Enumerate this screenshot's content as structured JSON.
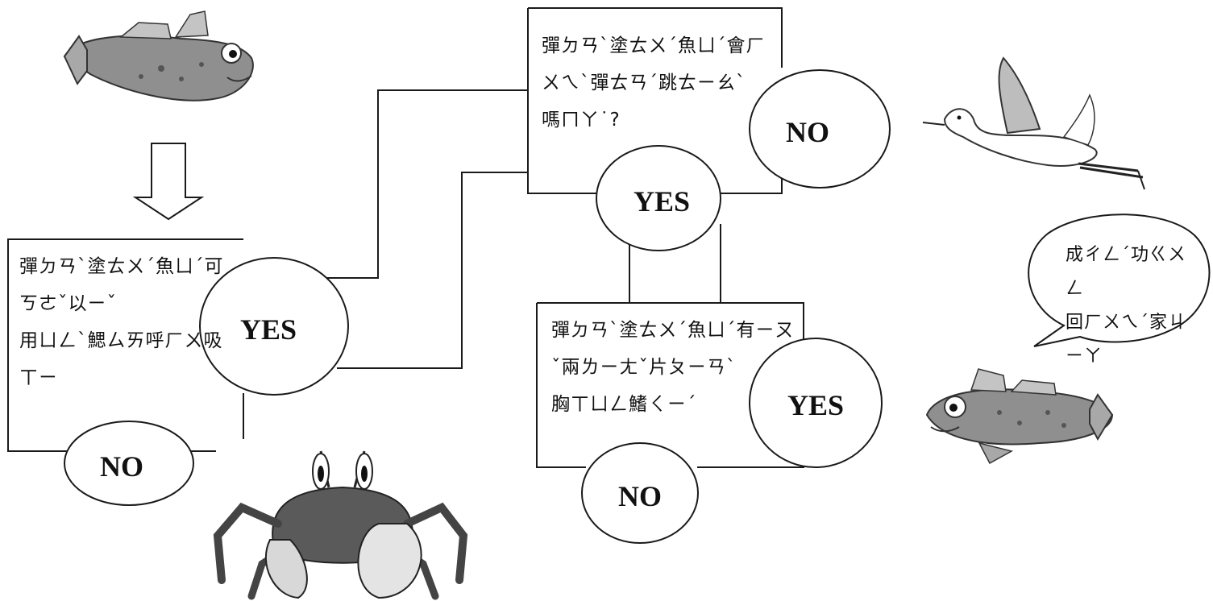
{
  "questions": {
    "q1": {
      "line1": "彈ㄉㄢˋ塗ㄊㄨˊ魚ㄩˊ可ㄎㄜˇ以ㄧˇ",
      "line2": "用ㄩㄥˋ鰓ㄙㄞ呼ㄏㄨ吸ㄒㄧ"
    },
    "q2": {
      "line1": "彈ㄉㄢˋ塗ㄊㄨˊ魚ㄩˊ會ㄏㄨㄟˋ彈ㄊㄢˊ跳ㄊㄧㄠˋ",
      "line2": "嗎ㄇㄚ˙?"
    },
    "q3": {
      "line1": "彈ㄉㄢˋ塗ㄊㄨˊ魚ㄩˊ有ㄧㄡˇ兩ㄌㄧㄤˇ片ㄆㄧㄢˋ",
      "line2": "胸ㄒㄩㄥ鰭ㄑㄧˊ"
    }
  },
  "answers": {
    "q1_yes": "YES",
    "q1_no": "NO",
    "q2_yes": "YES",
    "q2_no": "NO",
    "q3_yes": "YES",
    "q3_no": "NO"
  },
  "bubble": {
    "line1": "成ㄔㄥˊ功ㄍㄨㄥ",
    "line2": "回ㄏㄨㄟˊ家ㄐㄧㄚ"
  },
  "illustrations": {
    "top_fish": "mudskipper-icon",
    "bottom_fish": "mudskipper-icon",
    "crab": "crab-icon",
    "bird": "egret-icon",
    "down_arrow": "arrow-down-icon"
  },
  "colors": {
    "line": "#1a1a1a",
    "fish": "#8a8a8a",
    "crab": "#5a5a5a"
  }
}
